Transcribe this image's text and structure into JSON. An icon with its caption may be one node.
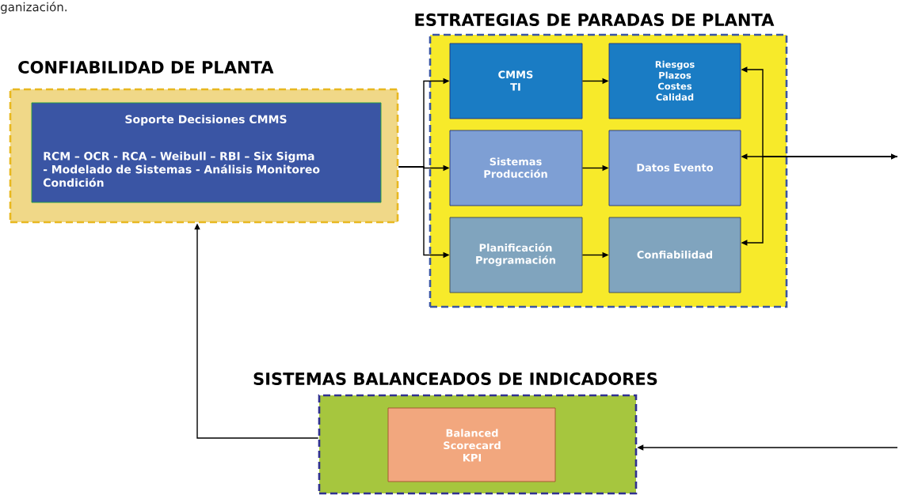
{
  "diagram": {
    "nodes": [
      {
        "text": [
          "CONFIABILIDAD DE PLANTA"
        ]
      },
      {
        "text": [
          "Soporte Decisiones CMMS",
          "RCM – OCR - RCA – Weibull – RBI – Six Sigma - Modelado de Sistemas - Análisis Monitoreo Condición"
        ],
        "in": 0
      },
      {
        "text": [
          "ESTRATEGIAS DE PARADAS DE PLANTA"
        ]
      },
      {
        "text": [
          "CMMS TI"
        ],
        "in": 2
      },
      {
        "text": [
          "Riesgos Plazos Costes Calidad"
        ],
        "in": 2
      },
      {
        "text": [
          "Sistemas Producción"
        ],
        "in": 2
      },
      {
        "text": [
          "Datos Evento"
        ],
        "in": 2
      },
      {
        "text": [
          "Planificación Programación"
        ],
        "in": 2
      },
      {
        "text": [
          "Confiabilidad"
        ],
        "in": 2
      },
      {
        "text": [
          "SISTEMAS BALANCEADOS DE INDICADORES"
        ]
      },
      {
        "text": [
          "Balanced Scorecard KPI"
        ],
        "in": 9
      }
    ],
    "edges": [
      {
        "from": 0,
        "to": 3,
        "arrow": "to"
      },
      {
        "from": 0,
        "to": 5,
        "arrow": "to"
      },
      {
        "from": 0,
        "to": 7,
        "arrow": "to"
      },
      {
        "from": 3,
        "to": 4,
        "arrow": "to"
      },
      {
        "from": 5,
        "to": 6,
        "arrow": "to"
      },
      {
        "from": 7,
        "to": 8,
        "arrow": "to"
      },
      {
        "from": null,
        "to": 4,
        "arrow": "to"
      },
      {
        "from": null,
        "to": 6,
        "arrow": "both"
      },
      {
        "from": null,
        "to": 8,
        "arrow": "to"
      },
      {
        "from": null,
        "to": 9,
        "arrow": "to"
      },
      {
        "from": 9,
        "to": 0,
        "arrow": "to"
      }
    ],
    "labels": [
      "ganización."
    ]
  }
}
